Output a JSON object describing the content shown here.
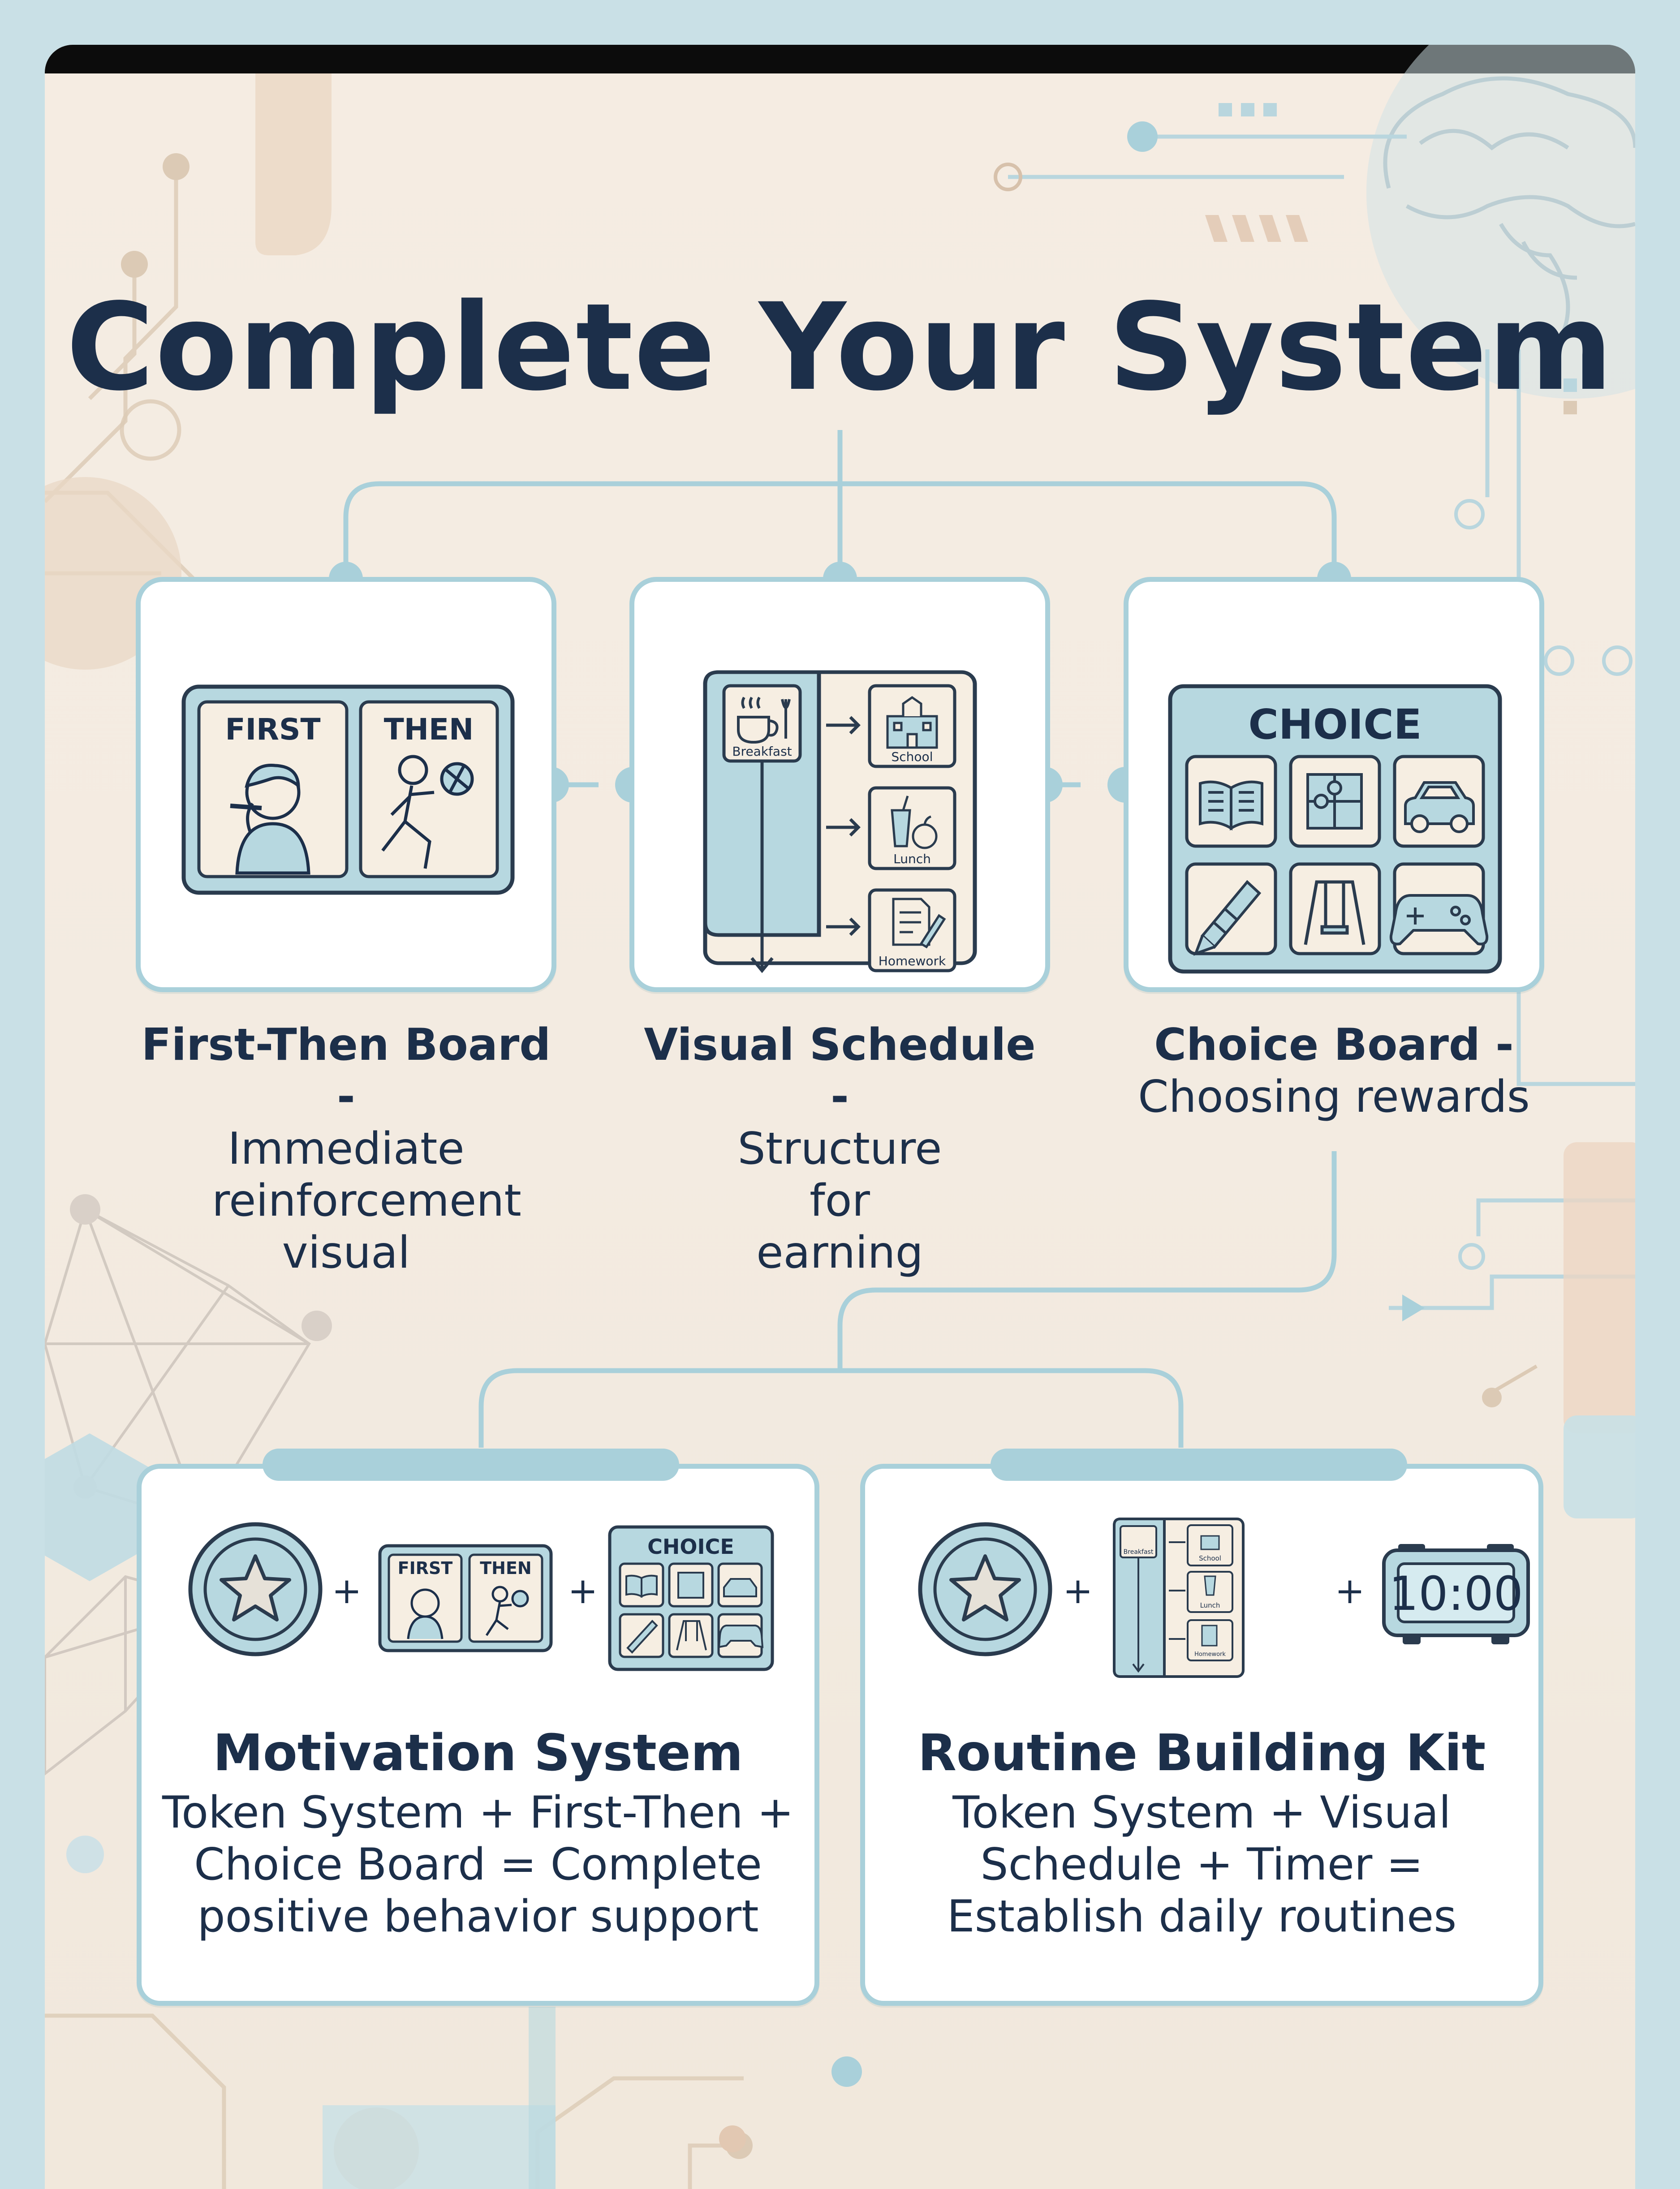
{
  "title": "Complete Your System",
  "colors": {
    "background": "#f4ebe1",
    "frame": "#c9e0e6",
    "accent": "#a9d0da",
    "panel": "#b7d8e0",
    "text": "#1c2f4a"
  },
  "top_row": [
    {
      "name": "First-Then Board -",
      "desc": "Immediate reinforcement visual",
      "icon": "first-then-board-icon",
      "board": {
        "first_label": "FIRST",
        "then_label": "THEN"
      }
    },
    {
      "name": "Visual Schedule -",
      "desc": "Structure for earning",
      "icon": "visual-schedule-icon",
      "schedule": {
        "start": "Breakfast",
        "steps": [
          "School",
          "Lunch",
          "Homework"
        ]
      }
    },
    {
      "name": "Choice Board -",
      "desc": "Choosing rewards",
      "icon": "choice-board-icon",
      "board": {
        "header": "CHOICE",
        "options": [
          "book-icon",
          "puzzle-icon",
          "car-icon",
          "crayon-icon",
          "swing-icon",
          "gamepad-icon"
        ]
      }
    }
  ],
  "bundles": [
    {
      "title": "Motivation System",
      "desc_lines": [
        "Token System + First-Then +",
        "Choice Board = Complete",
        "positive behavior support"
      ],
      "equation": [
        "token-star-icon",
        "+",
        "first-then-board-icon",
        "+",
        "choice-board-icon"
      ],
      "mini_first": "FIRST",
      "mini_then": "THEN",
      "mini_choice": "CHOICE"
    },
    {
      "title": "Routine Building Kit",
      "desc_lines": [
        "Token System + Visual",
        "Schedule + Timer =",
        "Establish daily routines"
      ],
      "equation": [
        "token-star-icon",
        "+",
        "visual-schedule-icon",
        "+",
        "digital-clock-icon"
      ],
      "mini_schedule": [
        "Breakfast",
        "School",
        "Lunch",
        "Homework"
      ],
      "clock": "10:00"
    }
  ],
  "plus_sign": "+"
}
